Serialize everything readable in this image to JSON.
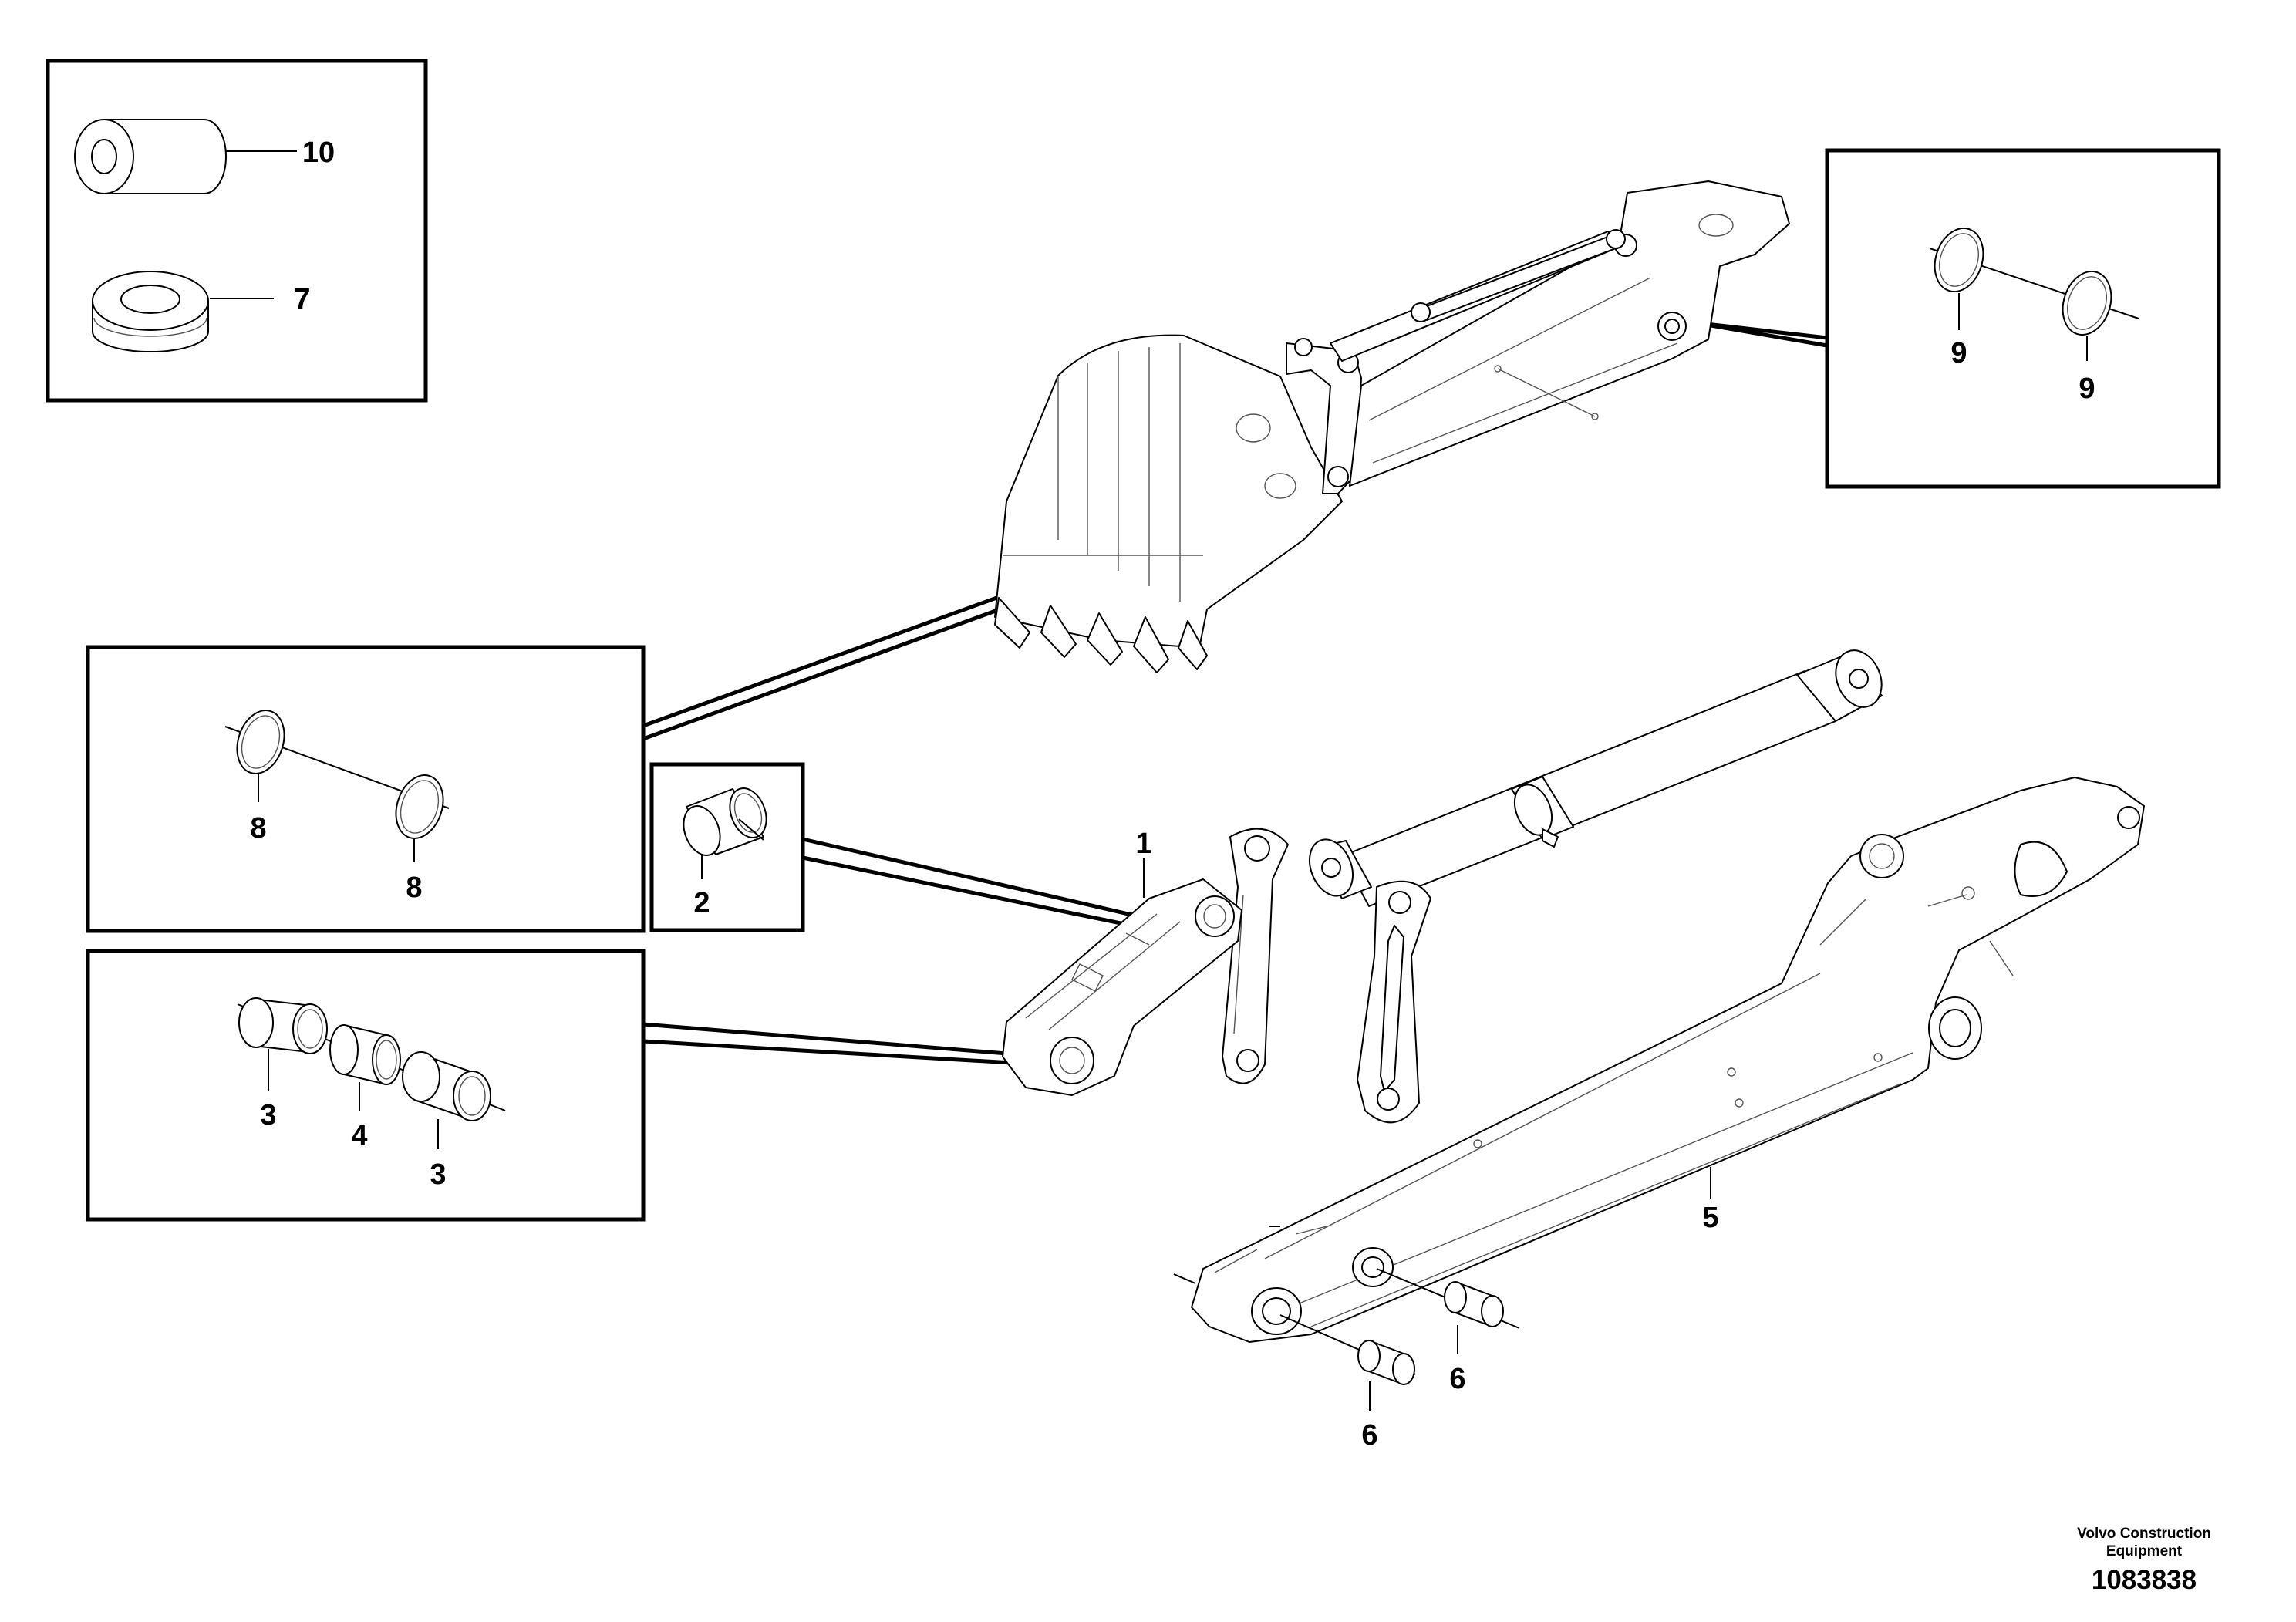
{
  "callouts": {
    "c1": "1",
    "c2": "2",
    "c3a": "3",
    "c3b": "3",
    "c4": "4",
    "c5": "5",
    "c6a": "6",
    "c6b": "6",
    "c7": "7",
    "c8a": "8",
    "c8b": "8",
    "c9a": "9",
    "c9b": "9",
    "c10": "10"
  },
  "footer": {
    "company_line1": "Volvo Construction",
    "company_line2": "Equipment",
    "document_number": "1083838"
  }
}
